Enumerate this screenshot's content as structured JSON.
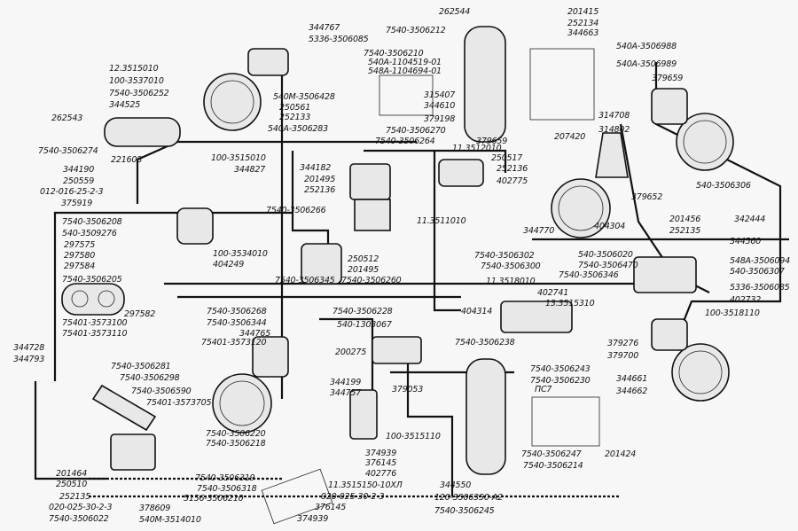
{
  "diagram": {
    "colors": {
      "ink": "#111111",
      "paper": "#f7f7f7"
    },
    "labels": [
      "12.3515010",
      "100-3537010",
      "7540-3506252",
      "344525",
      "262543",
      "7540-3506274",
      "221608",
      "100-3515010",
      "344827",
      "344190",
      "250559",
      "012-016-25-2-3",
      "375919",
      "7540-3506208",
      "540-3509276",
      "297575",
      "297580",
      "297584",
      "7540-3506205",
      "297582",
      "75401-3573100",
      "75401-3573110",
      "344728",
      "344793",
      "7540-3506281",
      "7540-3506298",
      "7540-3506590",
      "75401-3573705",
      "201464",
      "250510",
      "252135",
      "020-025-30-2-3",
      "7540-3506022",
      "378609",
      "540М-3514010",
      "5156-3506210",
      "7540-3506319",
      "7540-3506318",
      "7540-3506220",
      "7540-3506218",
      "75401-3573120",
      "344765",
      "7540-3506268",
      "7540-3506344",
      "100-3534010",
      "404249",
      "7540-3506266",
      "344182",
      "201495",
      "252136",
      "7540-3506345",
      "250512",
      "201495",
      "7540-3506260",
      "7540-3506228",
      "540-1303067",
      "200275",
      "344199",
      "344757",
      "379053",
      "100-3515110",
      "374939",
      "376145",
      "402776",
      "11.3515150-10ХЛ",
      "020-025-30-2-3",
      "376145",
      "374939",
      "344550",
      "120-3506350-А2",
      "7540-3506245",
      "7540-3506247",
      "7540-3506214",
      "201424",
      "344661",
      "344662",
      "ПС7",
      "7540-3506243",
      "7540-3506230",
      "379276",
      "379700",
      "7540-3506238",
      "404314",
      "13.3515310",
      "402741",
      "11.3518010",
      "7540-3506300",
      "7540-3506302",
      "344770",
      "540-3506020",
      "7540-3506470",
      "7540-3506346",
      "404304",
      "201456",
      "252135",
      "342444",
      "344560",
      "548А-3506094",
      "540-3506307",
      "5336-3506085",
      "402732",
      "100-3518110",
      "379652",
      "540-3506306",
      "314708",
      "314802",
      "379659",
      "540А-3506988",
      "540А-3506989",
      "201415",
      "252134",
      "344663",
      "207420",
      "262544",
      "7540-3506212",
      "379659",
      "11.3512010",
      "250517",
      "252136",
      "402775",
      "11.3511010",
      "344767",
      "5336-3506085",
      "7540-3506210",
      "540А-1104519-01",
      "548А-1104694-01",
      "315407",
      "344610",
      "379198",
      "540М-3506428",
      "250561",
      "252133",
      "540А-3506283",
      "7540-3506270",
      "7540-3506264"
    ]
  }
}
